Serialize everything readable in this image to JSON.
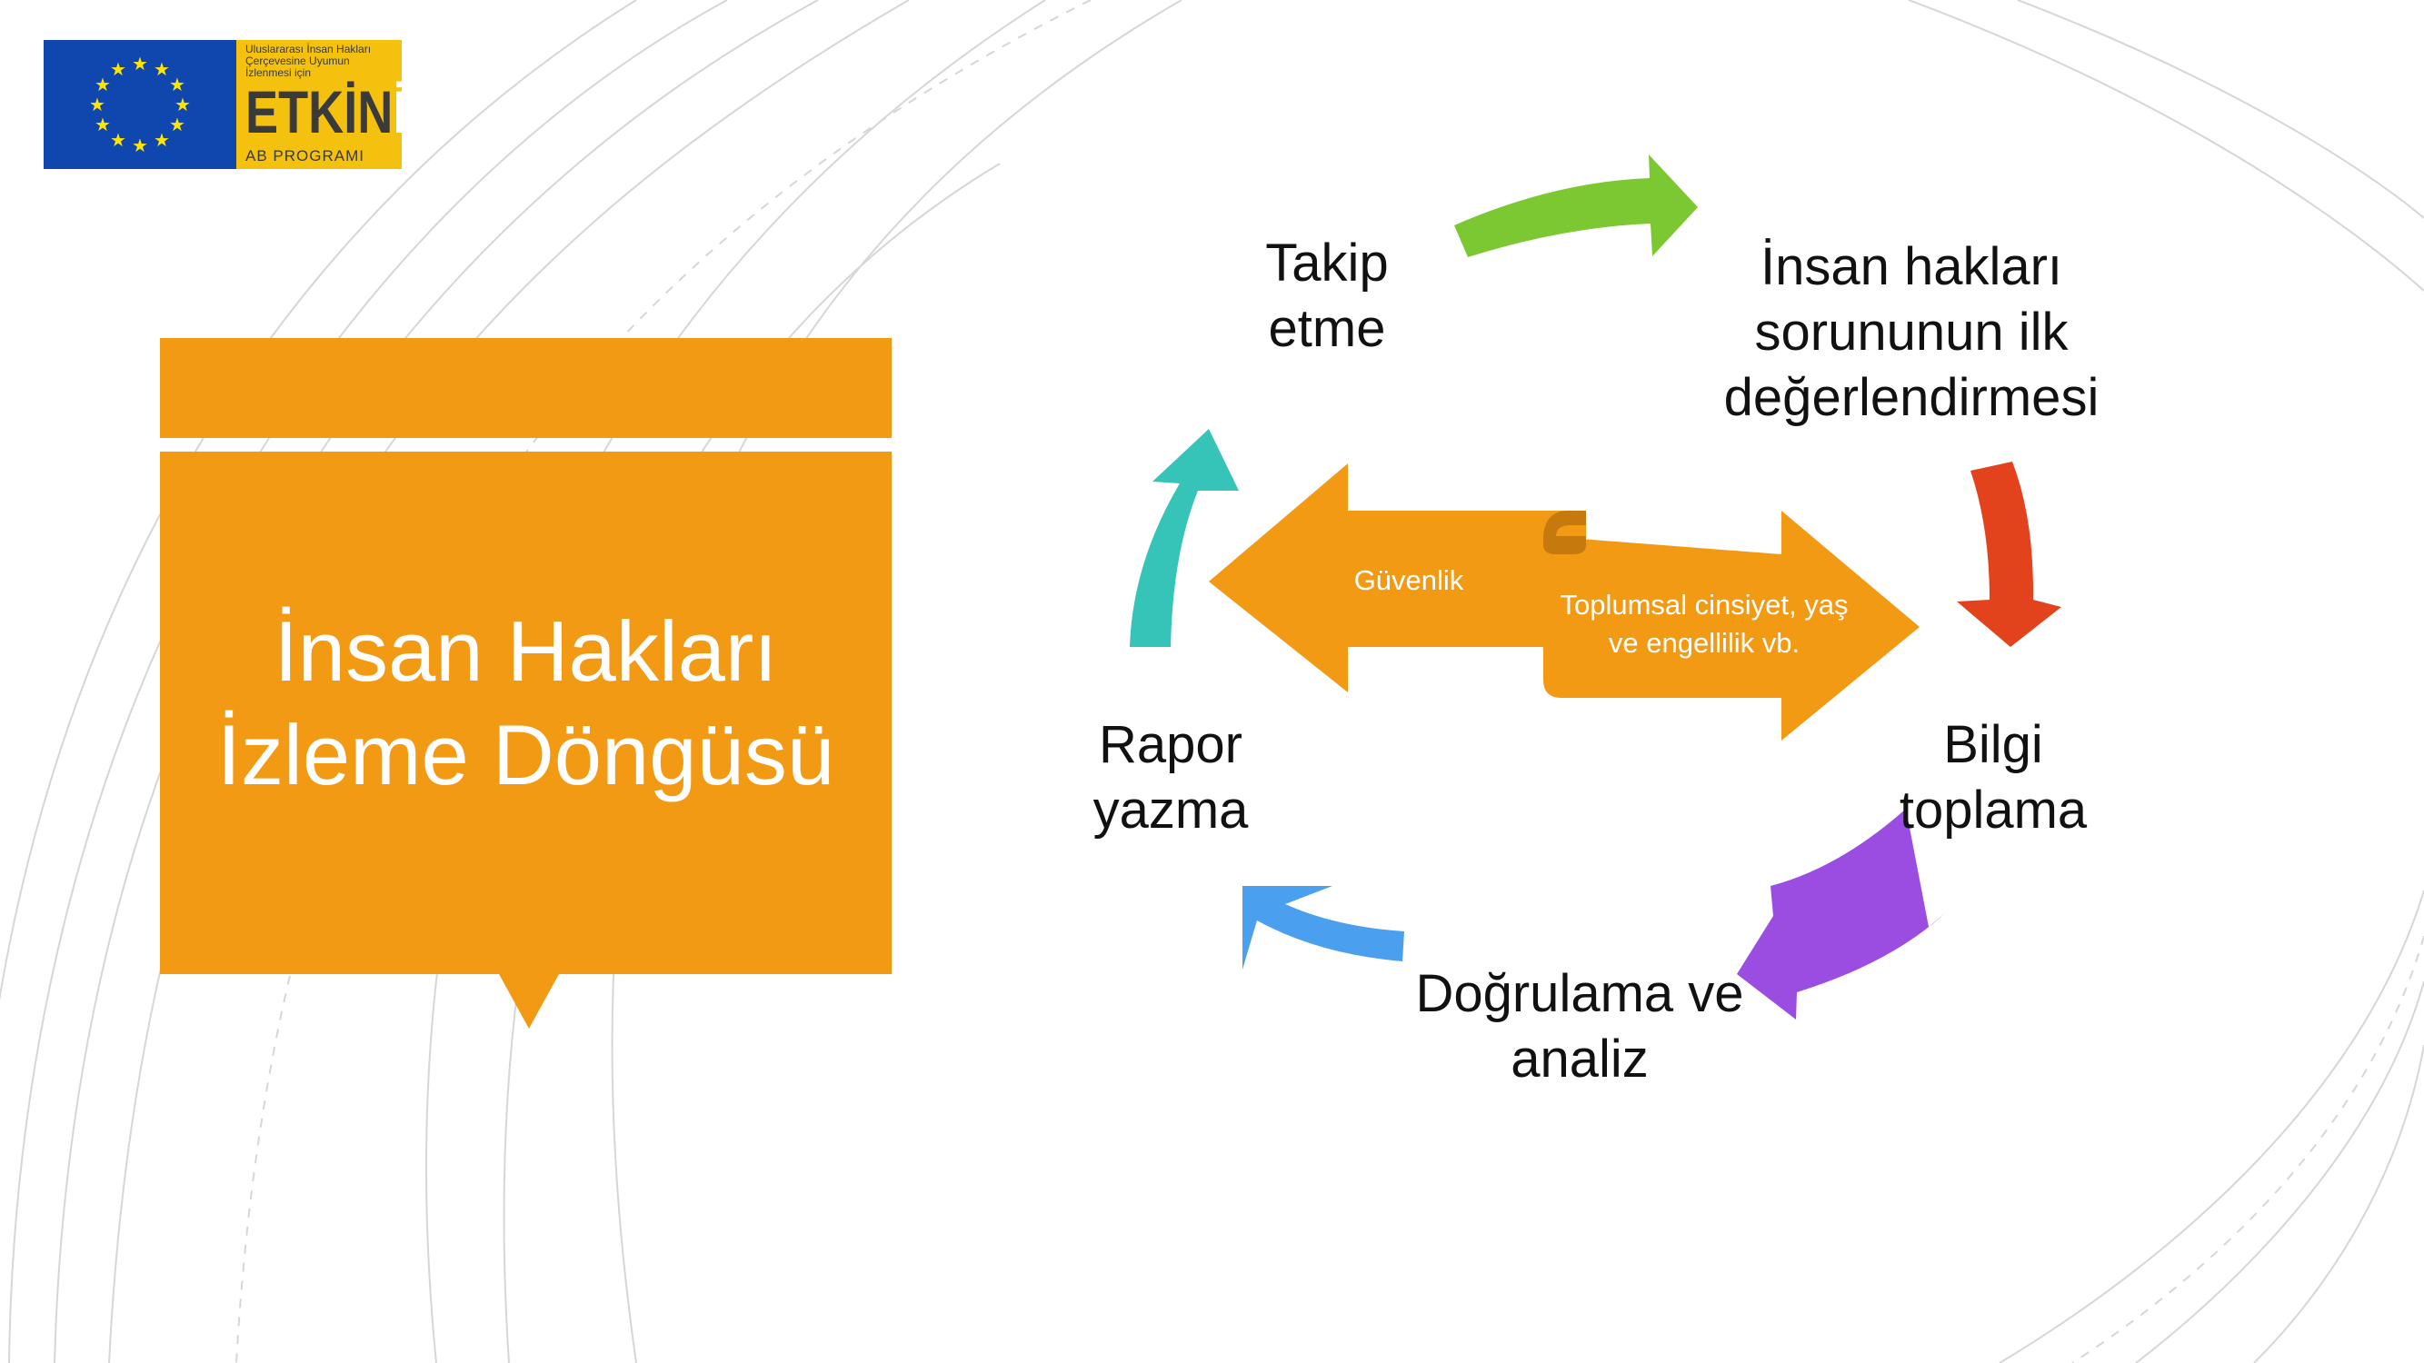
{
  "logo": {
    "lines": [
      "Uluslararası İnsan Hakları",
      "Çerçevesine Uyumun",
      "İzlenmesi için"
    ],
    "brand_main": "ETKİN",
    "brand_accent": "İZ",
    "sub": "AB PROGRAMI"
  },
  "title": {
    "line1": "İnsan Hakları",
    "line2": "İzleme Döngüsü"
  },
  "cycle": {
    "step1": "İnsan hakları sorununun ilk değerlendirmesi",
    "step2": "Bilgi toplama",
    "step3": "Doğrulama ve analiz",
    "step4": "Rapor yazma",
    "step5": "Takip etme"
  },
  "center": {
    "left_arrow": "Güvenlik",
    "right_arrow": "Toplumsal cinsiyet, yaş ve engellilik vb."
  },
  "colors": {
    "orange": "#f29a14",
    "green": "#7cc832",
    "red": "#e2431c",
    "purple": "#9a4de0",
    "blue": "#4a9fee",
    "teal": "#36c3b8",
    "eu_blue": "#0f47af",
    "eu_yellow": "#f4c10f"
  },
  "icons": [
    "eu-flag-icon",
    "cycle-arrow-icon"
  ]
}
